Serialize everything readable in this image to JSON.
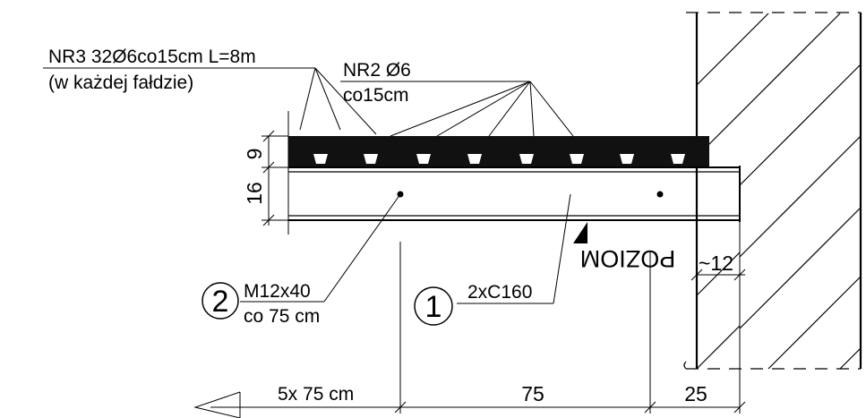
{
  "labels": {
    "nr3_line1": "NR3 32Ø6co15cm L=8m",
    "nr3_line2": "(w każdej fałdzie)",
    "nr2_line1": "NR2 Ø6",
    "nr2_line2": "co15cm",
    "dim_9": "9",
    "dim_16": "16",
    "level_mark": "POZIOM",
    "dim_12": "~12",
    "circle_2": "2",
    "bolt_line1": "M12x40",
    "bolt_line2": "co 75 cm",
    "circle_1": "1",
    "channel": "2xC160",
    "dim_5x75": "5x 75 cm",
    "dim_75": "75",
    "dim_25": "25"
  },
  "colors": {
    "ink": "#000000",
    "background": "#ffffff"
  }
}
